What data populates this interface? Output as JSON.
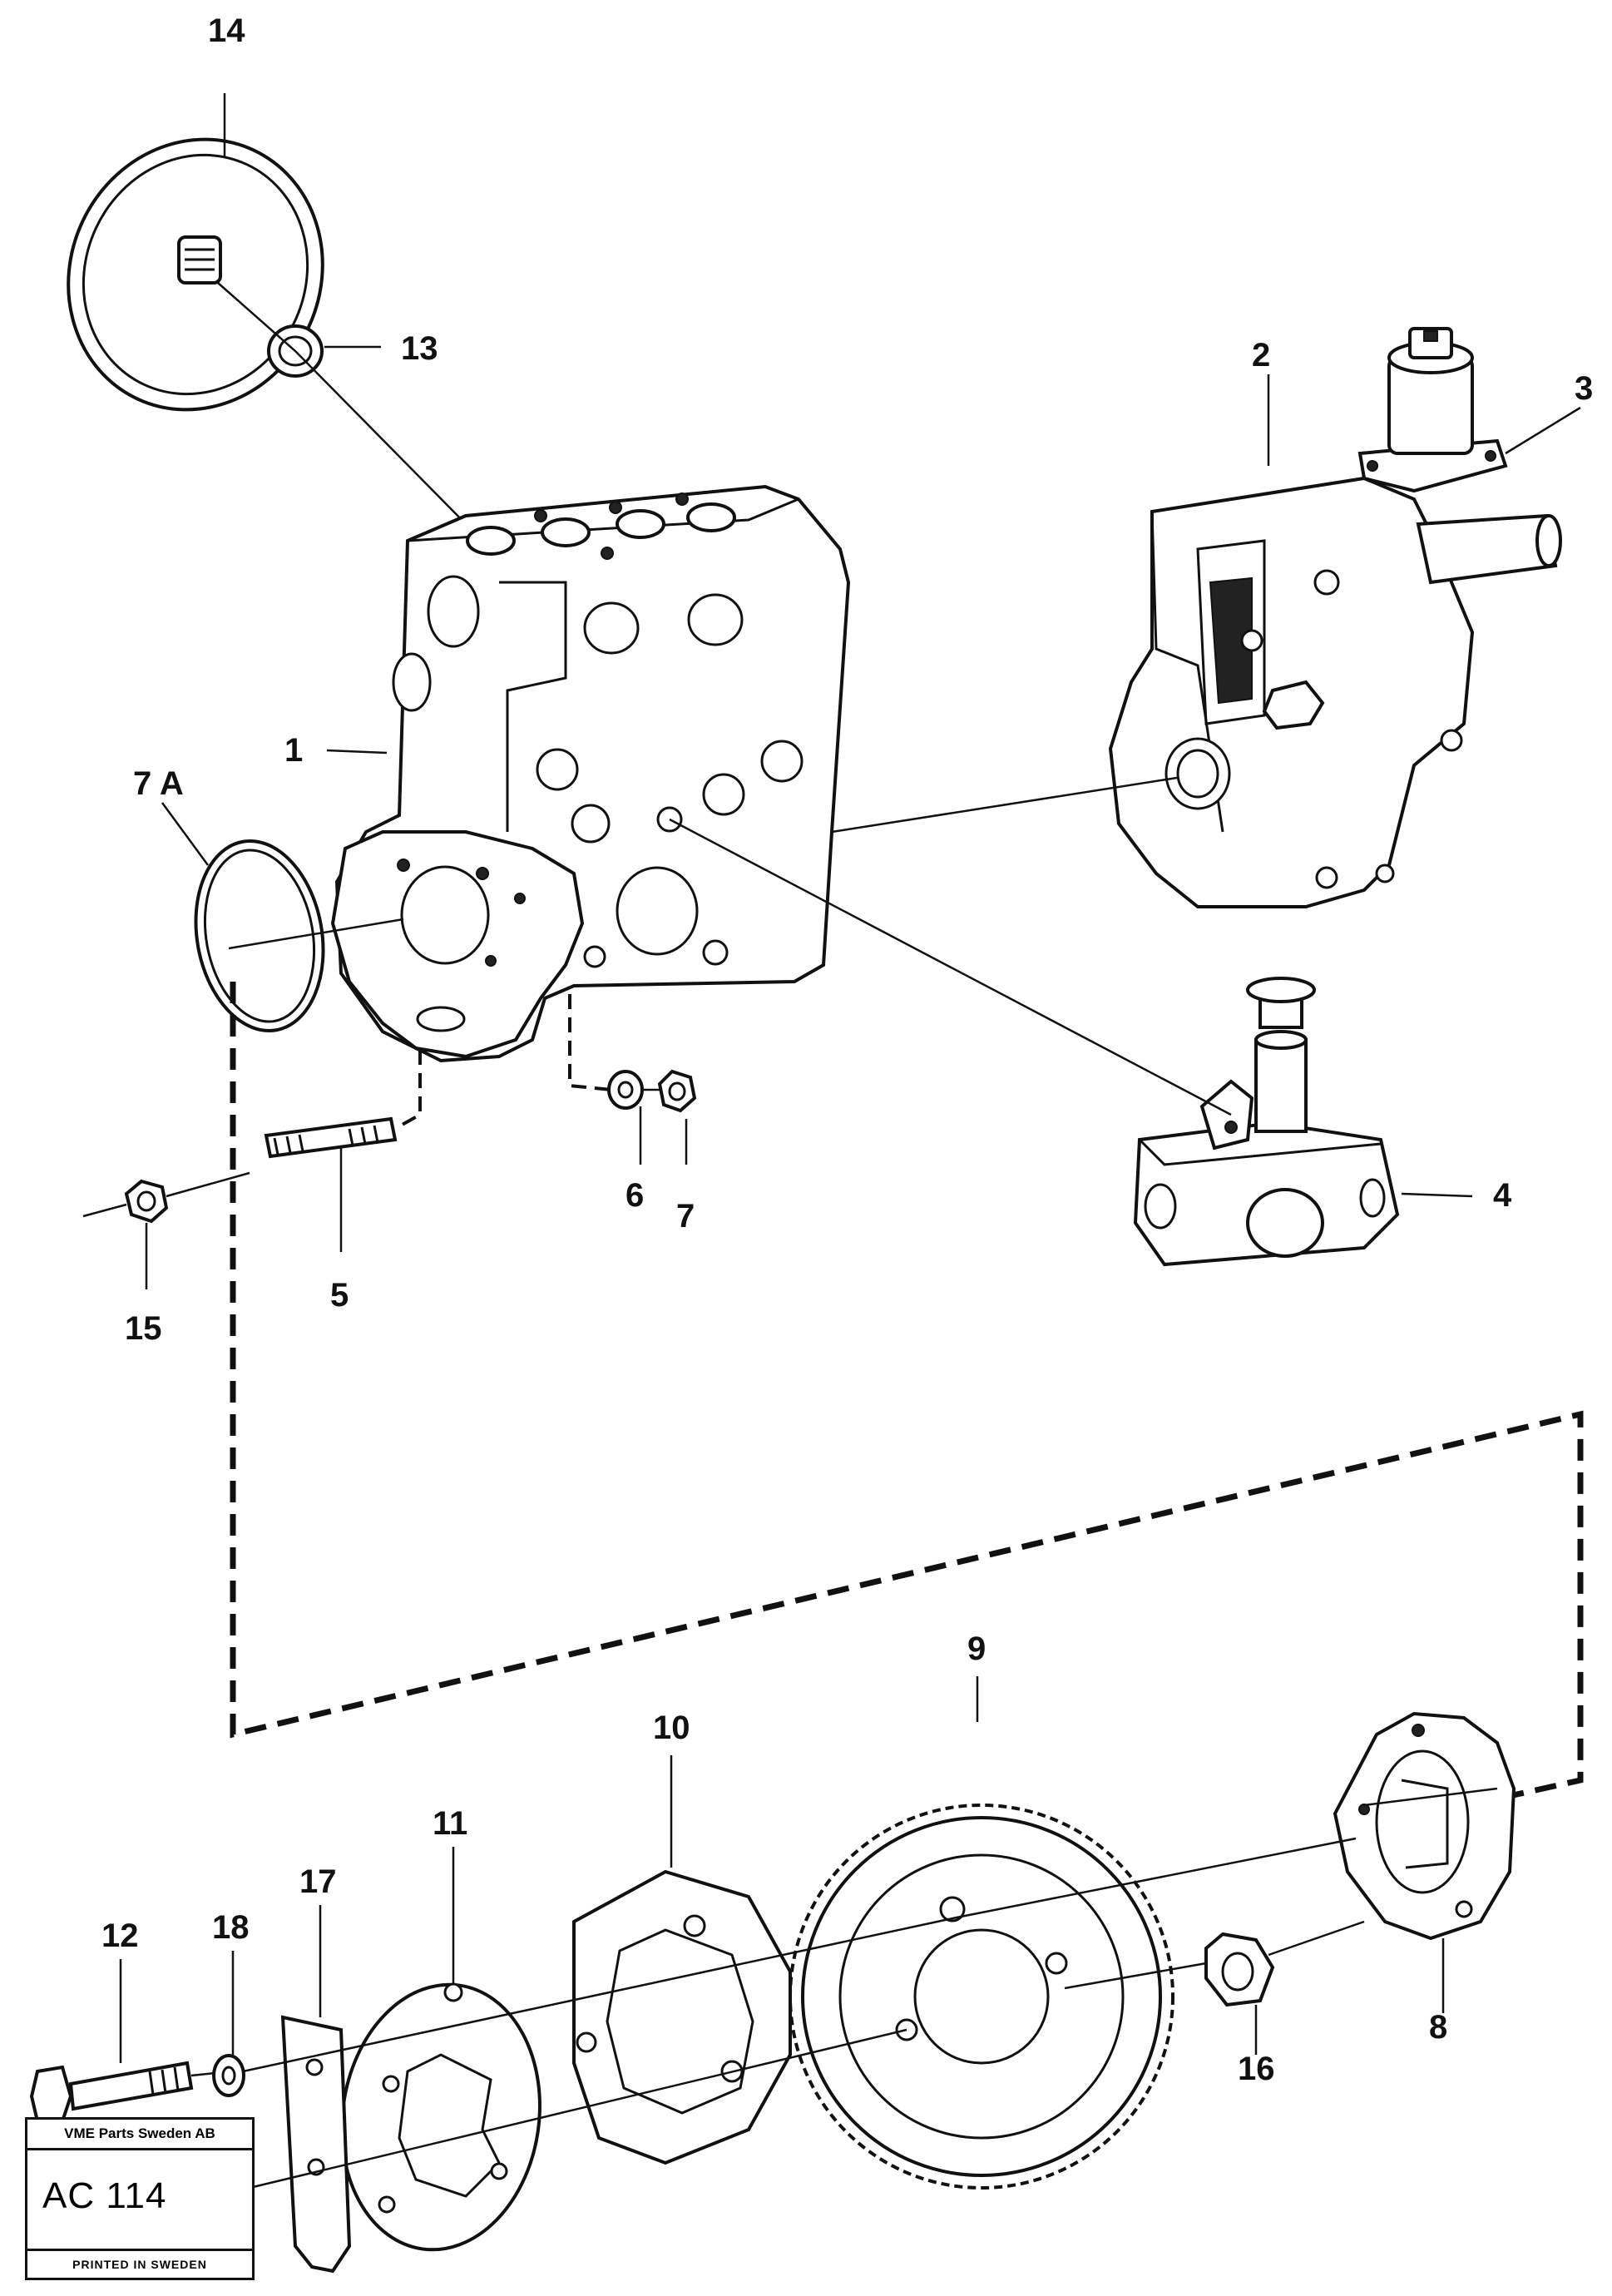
{
  "callouts": {
    "c1": "1",
    "c2": "2",
    "c3": "3",
    "c4": "4",
    "c5": "5",
    "c6": "6",
    "c7": "7",
    "c7a": "7 A",
    "c8": "8",
    "c9": "9",
    "c10": "10",
    "c11": "11",
    "c12": "12",
    "c13": "13",
    "c14": "14",
    "c15": "15",
    "c16": "16",
    "c17": "17",
    "c18": "18"
  },
  "stamp": {
    "company": "VME Parts Sweden AB",
    "code": "AC 114",
    "printed": "PRINTED IN SWEDEN"
  }
}
